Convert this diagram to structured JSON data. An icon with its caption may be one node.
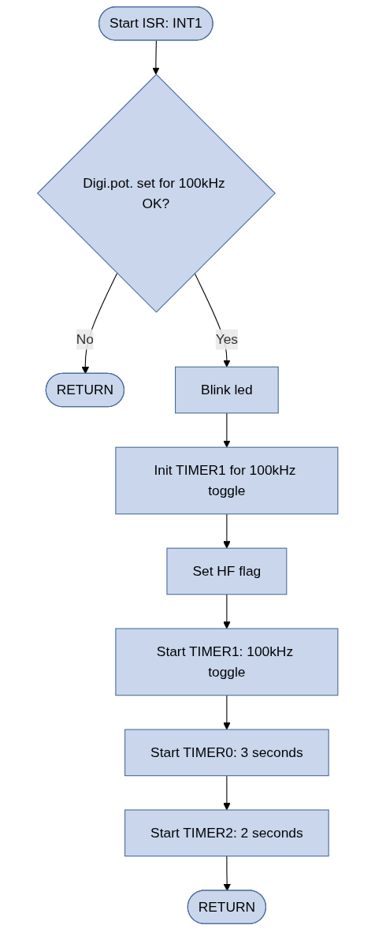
{
  "diagram": {
    "nodes": [
      {
        "text": [
          "Start ISR: INT1"
        ]
      },
      {
        "text": [
          "Digi.pot. set for 100kHz OK?"
        ]
      },
      {
        "text": [
          "RETURN"
        ]
      },
      {
        "text": [
          "Blink led"
        ]
      },
      {
        "text": [
          "Init TIMER1 for 100kHz toggle"
        ]
      },
      {
        "text": [
          "Set HF flag"
        ]
      },
      {
        "text": [
          "Start TIMER1: 100kHz toggle"
        ]
      },
      {
        "text": [
          "Start TIMER0: 3 seconds"
        ]
      },
      {
        "text": [
          "Start TIMER2: 2 seconds"
        ]
      },
      {
        "text": [
          "RETURN"
        ]
      }
    ],
    "edges": [
      {
        "from": 0,
        "to": 1,
        "arrow": "to"
      },
      {
        "from": 1,
        "to": 2,
        "arrow": "to",
        "label": "No"
      },
      {
        "from": 1,
        "to": 3,
        "arrow": "to",
        "label": "Yes"
      },
      {
        "from": 3,
        "to": 4,
        "arrow": "to"
      },
      {
        "from": 4,
        "to": 5,
        "arrow": "to"
      },
      {
        "from": 5,
        "to": 6,
        "arrow": "to"
      },
      {
        "from": 6,
        "to": 7,
        "arrow": "to"
      },
      {
        "from": 7,
        "to": 8,
        "arrow": "to"
      },
      {
        "from": 8,
        "to": 9,
        "arrow": "to"
      }
    ]
  }
}
